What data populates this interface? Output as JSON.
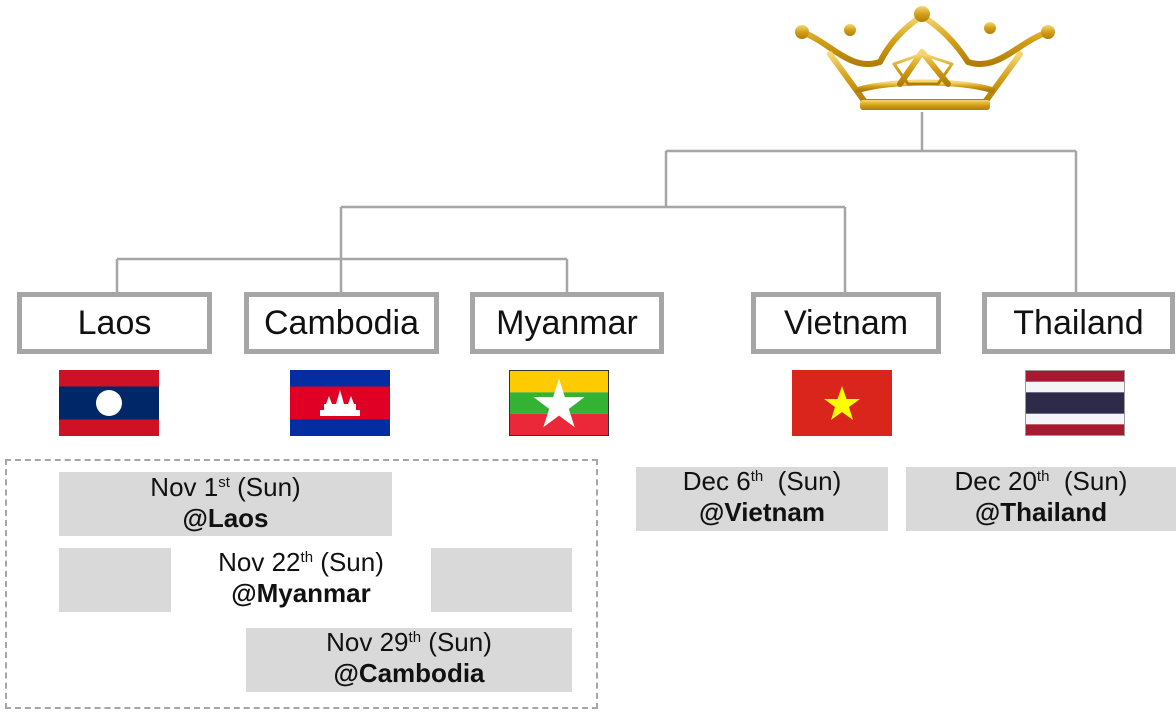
{
  "teams": [
    {
      "name": "Laos",
      "flag": "laos-flag-icon"
    },
    {
      "name": "Cambodia",
      "flag": "cambodia-flag-icon"
    },
    {
      "name": "Myanmar",
      "flag": "myanmar-flag-icon"
    },
    {
      "name": "Vietnam",
      "flag": "vietnam-flag-icon"
    },
    {
      "name": "Thailand",
      "flag": "thailand-flag-icon"
    }
  ],
  "matches": [
    {
      "month_day": "Nov 1",
      "suffix": "st",
      "weekday": "(Sun)",
      "venue": "@Laos"
    },
    {
      "month_day": "Nov 22",
      "suffix": "th",
      "weekday": "(Sun)",
      "venue": "@Myanmar"
    },
    {
      "month_day": "Nov 29",
      "suffix": "th",
      "weekday": "(Sun)",
      "venue": "@Cambodia"
    },
    {
      "month_day": "Dec 6",
      "suffix": "th",
      "weekday": "(Sun)",
      "venue": "@Vietnam"
    },
    {
      "month_day": "Dec 20",
      "suffix": "th",
      "weekday": "(Sun)",
      "venue": "@Thailand"
    }
  ],
  "colors": {
    "bracket_line": "#a6a6a6",
    "match_fill": "#d9d9d9",
    "crown_gold": "#d4a017"
  },
  "icons": {
    "crown": "crown-icon"
  }
}
